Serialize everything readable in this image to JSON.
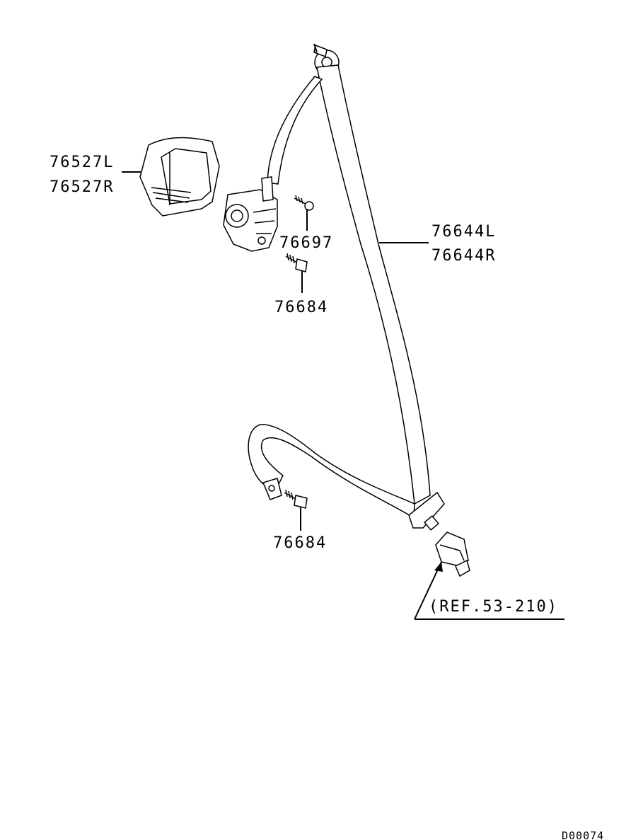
{
  "diagram": {
    "labels": {
      "retractor_cover": [
        "76527L",
        "76527R"
      ],
      "belt_assembly": [
        "76644L",
        "76644R"
      ],
      "screw": "76697",
      "bolt_upper": "76684",
      "bolt_lower": "76684",
      "reference": "(REF.53-210)",
      "diagram_code": "D00074"
    }
  }
}
